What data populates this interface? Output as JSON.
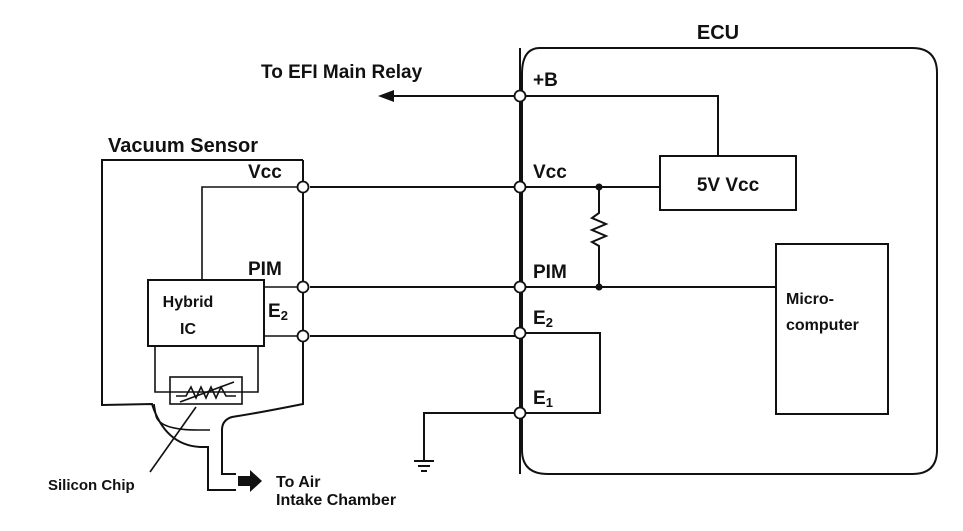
{
  "ecu": {
    "title": "ECU",
    "terminals": {
      "plus_b": "+B",
      "vcc": "Vcc",
      "pim": "PIM",
      "e2_main": "E",
      "e2_sub": "2",
      "e1_main": "E",
      "e1_sub": "1"
    },
    "regulator_label": "5V Vcc",
    "microcomputer_line1": "Micro-",
    "microcomputer_line2": "computer"
  },
  "relay_label": "To EFI Main Relay",
  "sensor": {
    "title": "Vacuum Sensor",
    "terminals": {
      "vcc": "Vcc",
      "pim": "PIM",
      "e2_main": "E",
      "e2_sub": "2"
    },
    "ic_line1": "Hybrid",
    "ic_line2": "IC"
  },
  "silicon_chip_label": "Silicon Chip",
  "air_label_line1": "To Air",
  "air_label_line2": "Intake Chamber"
}
